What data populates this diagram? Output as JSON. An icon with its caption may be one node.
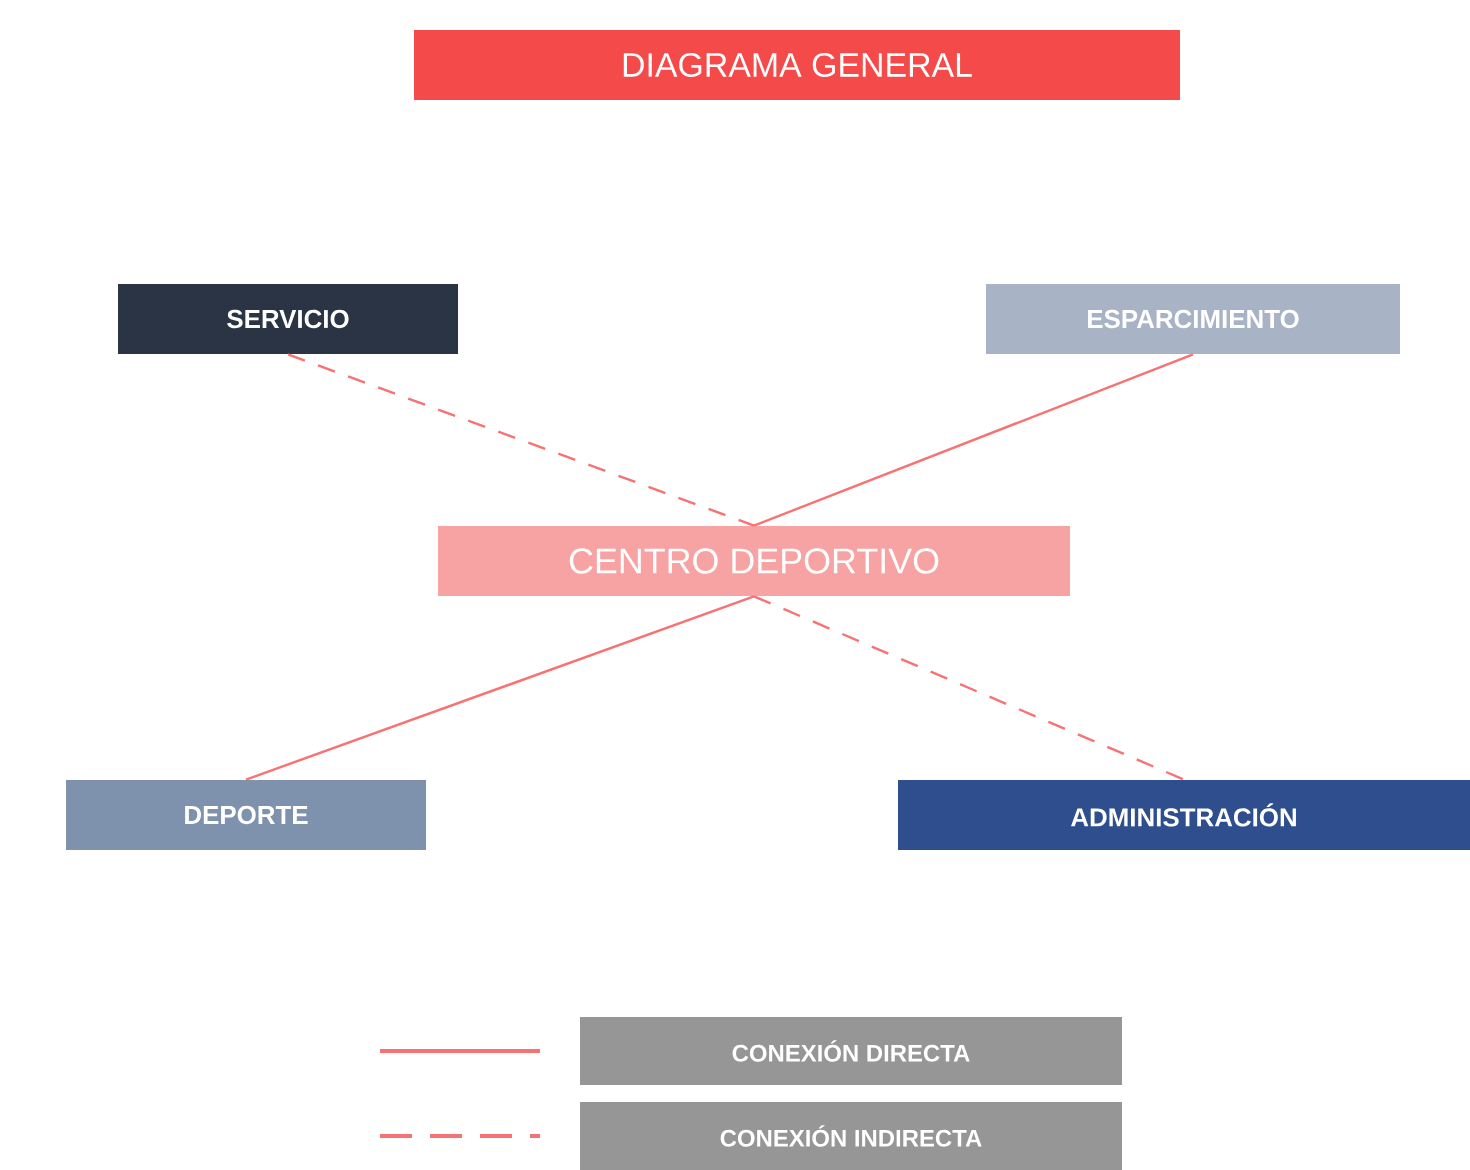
{
  "diagram": {
    "title": "DIAGRAMA GENERAL",
    "nodes": [
      {
        "text": [
          "SERVICIO"
        ]
      },
      {
        "text": [
          "ESPARCIMIENTO"
        ]
      },
      {
        "text": [
          "CENTRO DEPORTIVO"
        ]
      },
      {
        "text": [
          "DEPORTE"
        ]
      },
      {
        "text": [
          "ADMINISTRACIÓN"
        ]
      }
    ],
    "edges": [
      {
        "from": 0,
        "to": 2,
        "arrow": "none",
        "style": "dashed"
      },
      {
        "from": 2,
        "to": 4,
        "arrow": "none",
        "style": "dashed"
      },
      {
        "from": 1,
        "to": 2,
        "arrow": "none"
      },
      {
        "from": 2,
        "to": 3,
        "arrow": "none"
      }
    ],
    "legend": [
      {
        "text": "CONEXIÓN DIRECTA"
      },
      {
        "text": "CONEXIÓN INDIRECTA"
      }
    ]
  }
}
